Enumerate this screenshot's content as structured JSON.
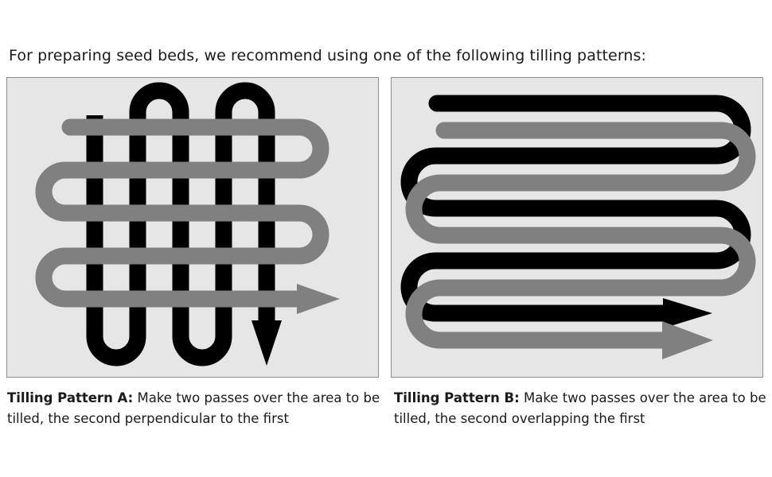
{
  "intro_text": "For preparing seed beds, we recommend using one of the following tilling patterns:",
  "patterns": [
    {
      "title": "Tilling Pattern A:",
      "description": "Make two passes over the area to be tilled, the second perpendicular to the first"
    },
    {
      "title": "Tilling Pattern B:",
      "description": "Make two passes over the area to be tilled, the second overlapping the first"
    }
  ],
  "colors": {
    "first_pass": "#000000",
    "second_pass": "#808080",
    "panel_background": "#e6e6e6",
    "panel_border": "#8c8c8c"
  }
}
